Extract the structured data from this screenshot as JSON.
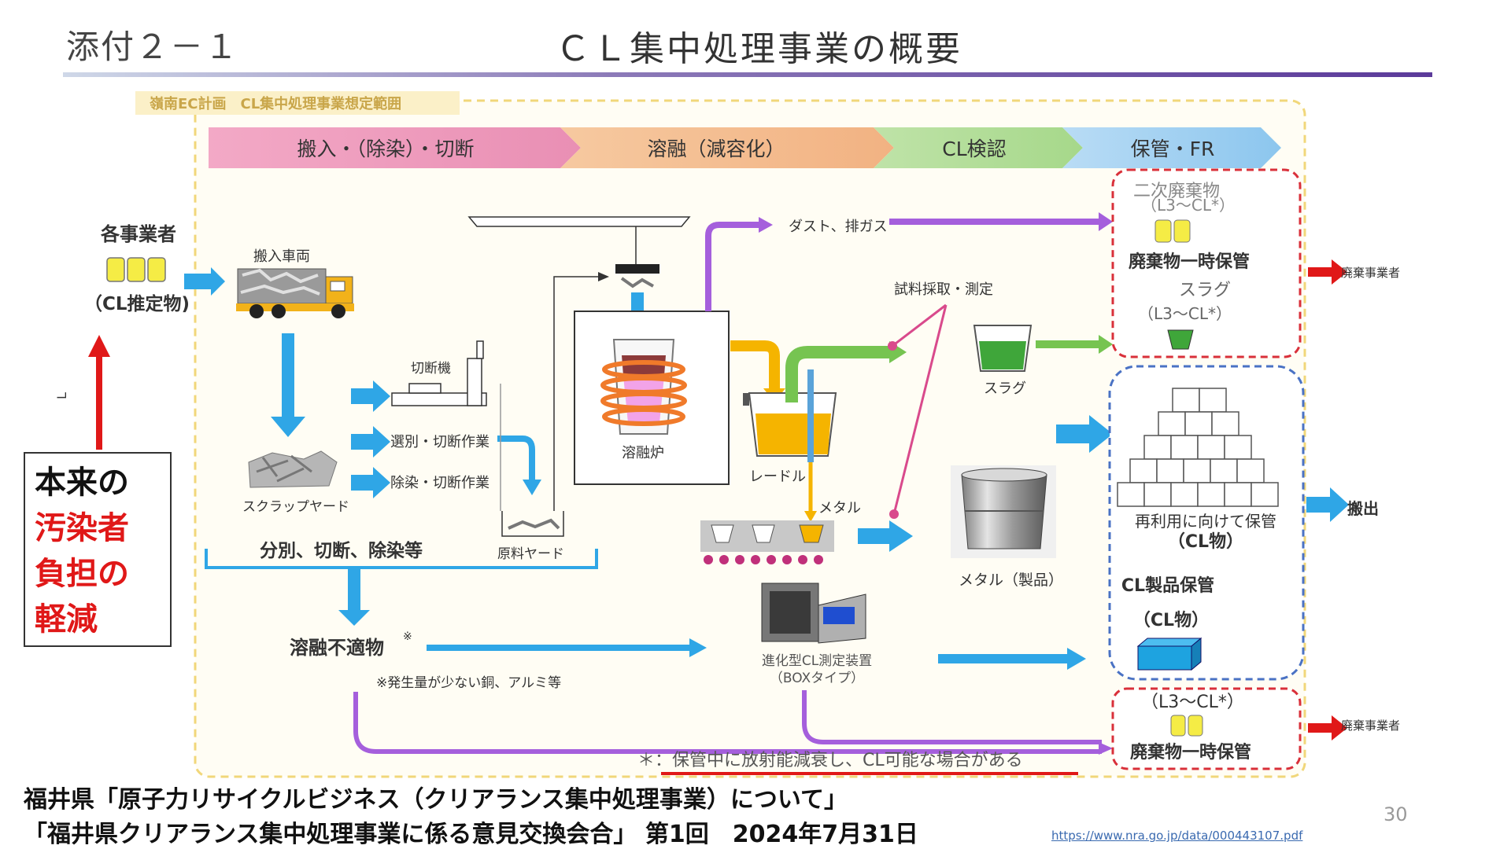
{
  "header": {
    "attachment": "添付２－１",
    "title": "ＣＬ集中処理事業の概要"
  },
  "figure": {
    "caption": "嶺南EC計画　CL集中処理事業想定範囲",
    "stages": [
      "搬入・（除染）・切断",
      "溶融（減容化）",
      "CL検認",
      "保管・FR"
    ],
    "labels": {
      "operators": "各事業者",
      "cl_estimated": "（CL推定物)",
      "truck": "搬入車両",
      "scrap_yard": "スクラップヤード",
      "cutter": "切断機",
      "sorting": "選別・切断作業",
      "decon": "除染・切断作業",
      "raw_yard": "原料ヤード",
      "sort_cut_decon": "分別、切断、除染等",
      "furnace": "溶融炉",
      "ladle": "レードル",
      "metal": "メタル",
      "dust": "ダスト、排ガス",
      "sampling": "試料採取・測定",
      "slag": "スラグ",
      "metal_product": "メタル（製品）",
      "unsuitable": "溶融不適物",
      "unsuitable_mark": "※",
      "unsuitable_note": "※発生量が少ない銅、アルミ等",
      "device_line1": "進化型CL測定装置",
      "device_line2": "（BOXタイプ）",
      "secondary_waste": "二次廃棄物",
      "secondary_range": "（L3～CL*）",
      "temp_storage": "廃棄物一時保管",
      "slag_storage": "スラグ",
      "slag_range": "（L3～CL*）",
      "waste_operator": "廃棄事業者",
      "reuse_storage": "再利用に向けて保管",
      "cl_item": "（CL物）",
      "cl_product_storage": "CL製品保管",
      "cl_item2": "（CL物）",
      "ship_out": "搬出",
      "bottom_range": "（L3～CL*）",
      "bottom_temp_storage": "廃棄物一時保管",
      "waste_operator2": "廃棄事業者",
      "footnote": "＊：保管中に放射能減衰し、CL可能な場合がある",
      "margin_mark": "L"
    }
  },
  "note": {
    "line1": "本来の",
    "line2": "汚染者",
    "line3": "負担の",
    "line4": "軽減"
  },
  "source": {
    "line1": "福井県「原子力リサイクルビジネス（クリアランス集中処理事業）について」",
    "line2": "「福井県クリアランス集中処理事業に係る意見交換会合」 第1回　2024年7月31日",
    "url": "https://www.nra.go.jp/data/000443107.pdf"
  },
  "page_number": "30",
  "colors": {
    "arrow_blue": "#2fa6e6",
    "purple_line": "#a55fdc",
    "dashed_red": "#d9303a",
    "dashed_blue": "#4a72c4",
    "outer_dashed": "#f1d77a",
    "accent_red": "#e01818",
    "slag_green": "#3fa63a",
    "molten_yellow": "#f5b400"
  }
}
